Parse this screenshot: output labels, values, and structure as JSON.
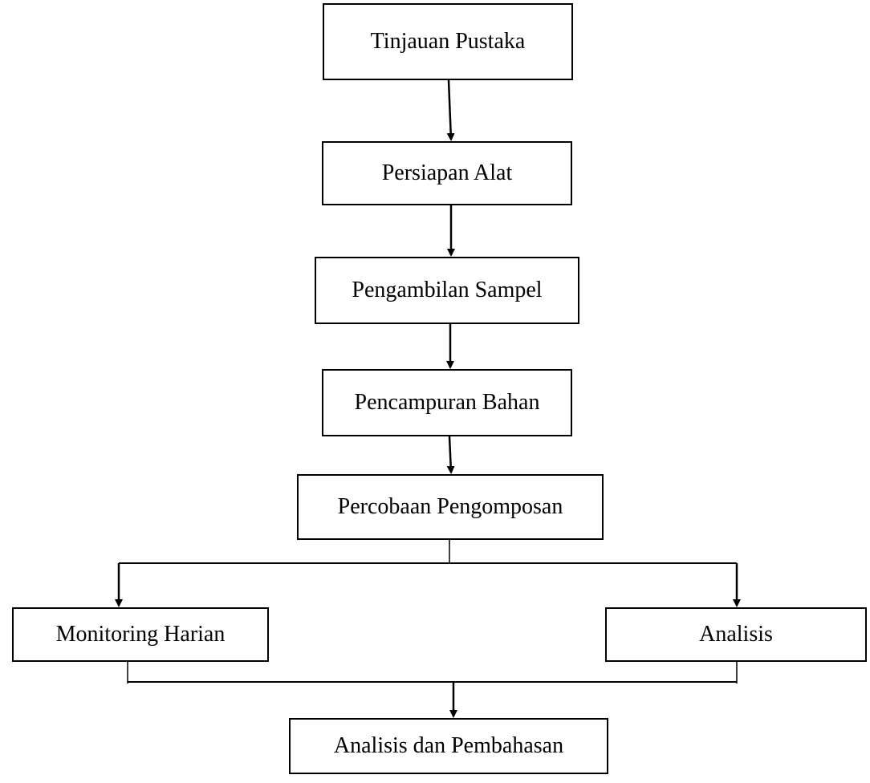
{
  "diagram": {
    "steps": {
      "tinjauan_pustaka": "Tinjauan Pustaka",
      "persiapan_alat": "Persiapan Alat",
      "pengambilan_sampel": "Pengambilan Sampel",
      "pencampuran_bahan": "Pencampuran Bahan",
      "percobaan_pengomposan": "Percobaan Pengomposan",
      "monitoring_harian": "Monitoring Harian",
      "analisis": "Analisis",
      "analisis_dan_pembahasan": "Analisis dan Pembahasan"
    },
    "colors": {
      "stroke": "#000000",
      "background": "#ffffff"
    }
  }
}
